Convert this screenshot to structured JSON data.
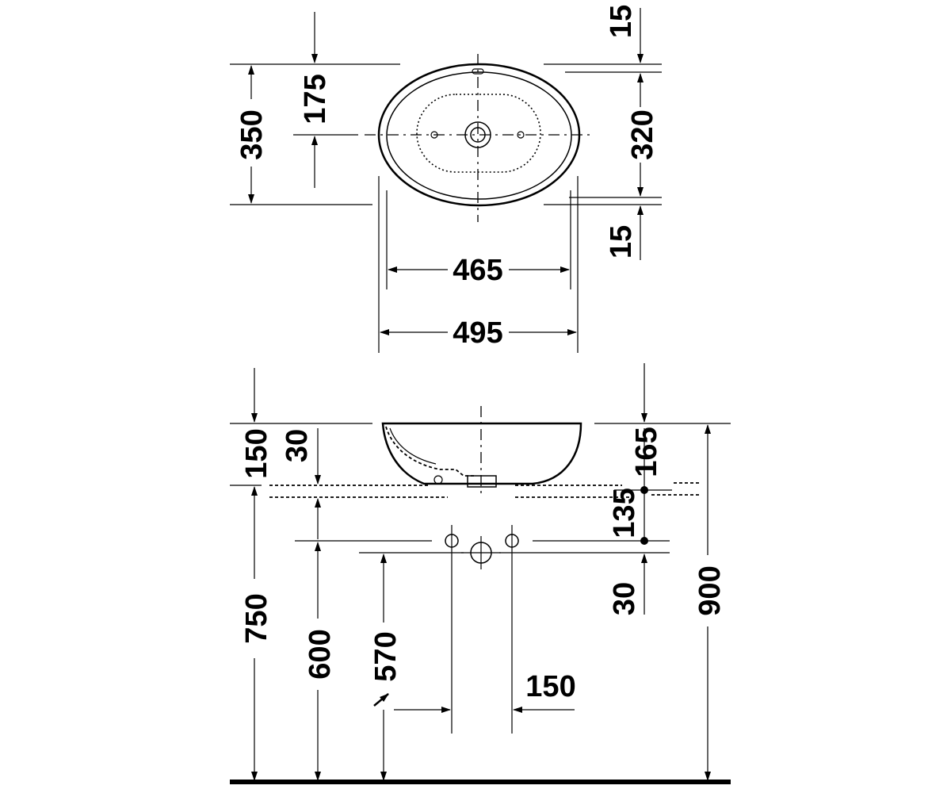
{
  "top_view": {
    "dims": {
      "height_total": "350",
      "half_height": "175",
      "rim_top": "15",
      "inner_height": "320",
      "rim_bottom": "15",
      "inner_width": "465",
      "outer_width": "495"
    }
  },
  "side_view": {
    "dims": {
      "bowl_height": "150",
      "base_thickness": "30",
      "right_height": "165",
      "drain_offset": "135",
      "pipe_offset": "30",
      "mount_height": "750",
      "inlet_height": "600",
      "waste_height": "570",
      "pipe_spacing": "150",
      "total_height": "900"
    }
  }
}
